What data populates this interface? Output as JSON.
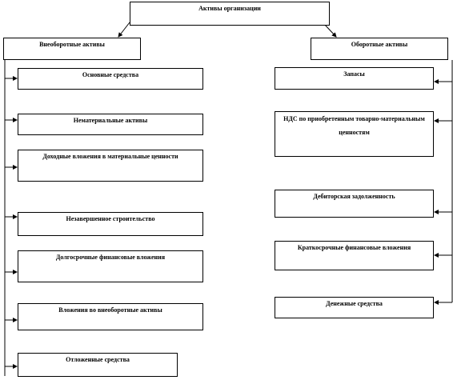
{
  "diagram": {
    "root": "Активы организации",
    "noncurrent": {
      "title": "Внеоборотные активы",
      "items": [
        "Основные средства",
        "Нематериальные активы",
        "Доходные вложения в материальные ценности",
        "Незавершенное строительство",
        "Долгосрочные финансовые вложения",
        "Вложения во внеоборотные активы",
        "Отложенные средства"
      ]
    },
    "current": {
      "title": "Оборотные активы",
      "items": [
        "Запасы",
        "НДС по приобретенным товарно-материальным ценностям",
        "Дебиторская задолженность",
        "Краткосрочные финансовые вложения",
        "Денежные средства"
      ]
    }
  }
}
